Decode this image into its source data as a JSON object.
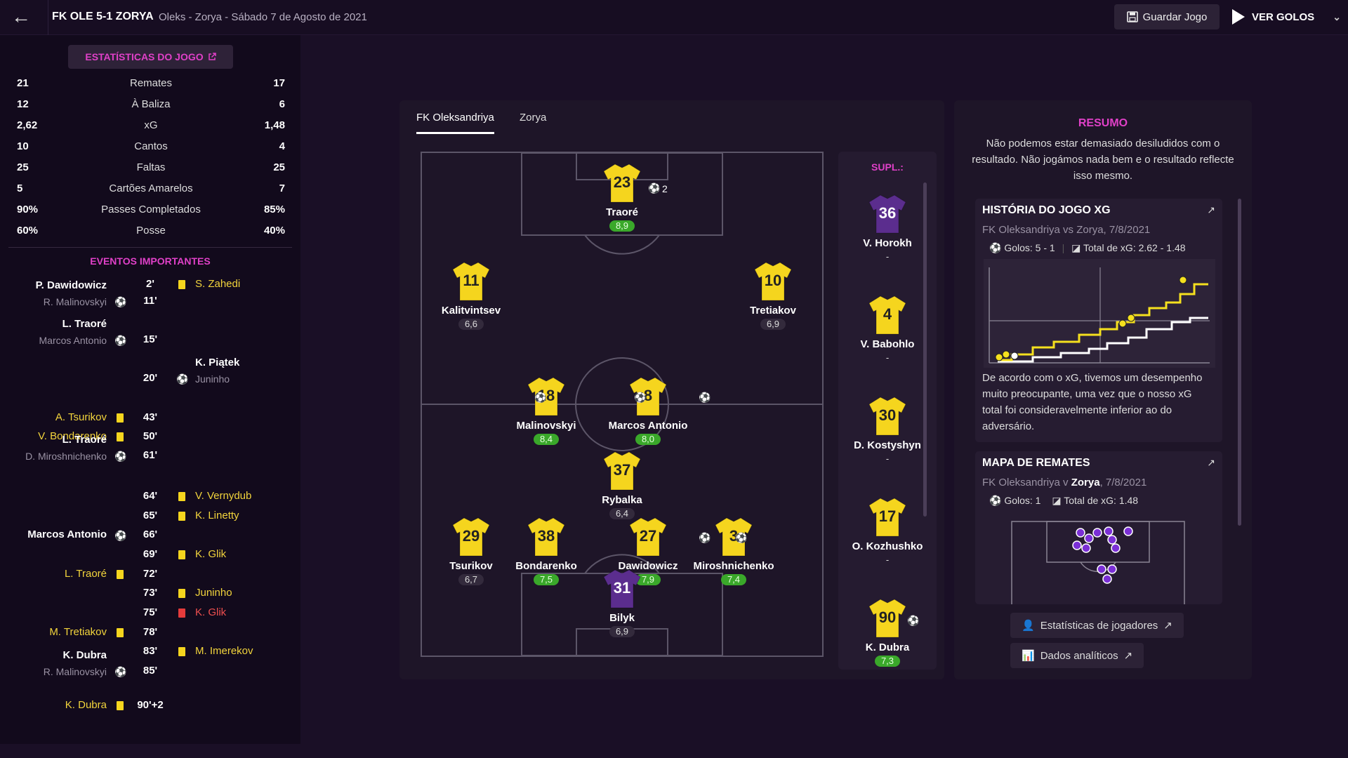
{
  "header": {
    "score": "FK OLE 5-1 ZORYA",
    "match_info": "Oleks - Zorya - Sábado 7 de Agosto de 2021",
    "save_label": "Guardar Jogo",
    "goals_label": "VER GOLOS"
  },
  "stats": {
    "title": "ESTATÍSTICAS DO JOGO",
    "rows": [
      {
        "home": "21",
        "label": "Remates",
        "away": "17"
      },
      {
        "home": "12",
        "label": "À Baliza",
        "away": "6"
      },
      {
        "home": "2,62",
        "label": "xG",
        "away": "1,48"
      },
      {
        "home": "10",
        "label": "Cantos",
        "away": "4"
      },
      {
        "home": "25",
        "label": "Faltas",
        "away": "25"
      },
      {
        "home": "5",
        "label": "Cartões Amarelos",
        "away": "7"
      },
      {
        "home": "90%",
        "label": "Passes Completados",
        "away": "85%"
      },
      {
        "home": "60%",
        "label": "Posse",
        "away": "40%"
      }
    ]
  },
  "events": {
    "title": "EVENTOS IMPORTANTES",
    "items": [
      {
        "time": "2'",
        "side": "away",
        "type": "yellow",
        "main": "S. Zahedi",
        "sub": ""
      },
      {
        "time": "11'",
        "side": "home",
        "type": "goal",
        "main": "P. Dawidowicz",
        "sub": "R. Malinovskyi"
      },
      {
        "time": "15'",
        "side": "home",
        "type": "goal",
        "main": "L. Traoré",
        "sub": "Marcos Antonio"
      },
      {
        "time": "20'",
        "side": "away",
        "type": "goal",
        "main": "K. Piątek",
        "sub": "Juninho"
      },
      {
        "time": "43'",
        "side": "home",
        "type": "yellow",
        "main": "A. Tsurikov",
        "sub": ""
      },
      {
        "time": "50'",
        "side": "home",
        "type": "yellow",
        "main": "V. Bondarenko",
        "sub": ""
      },
      {
        "time": "61'",
        "side": "home",
        "type": "goal",
        "main": "L. Traoré",
        "sub": "D. Miroshnichenko"
      },
      {
        "time": "64'",
        "side": "away",
        "type": "yellow",
        "main": "V. Vernydub",
        "sub": ""
      },
      {
        "time": "65'",
        "side": "away",
        "type": "yellow",
        "main": "K. Linetty",
        "sub": ""
      },
      {
        "time": "66'",
        "side": "home",
        "type": "goal",
        "main": "Marcos Antonio",
        "sub": ""
      },
      {
        "time": "69'",
        "side": "away",
        "type": "yellow",
        "main": "K. Glik",
        "sub": ""
      },
      {
        "time": "72'",
        "side": "home",
        "type": "yellow",
        "main": "L. Traoré",
        "sub": ""
      },
      {
        "time": "73'",
        "side": "away",
        "type": "yellow",
        "main": "Juninho",
        "sub": ""
      },
      {
        "time": "75'",
        "side": "away",
        "type": "red",
        "main": "K. Glik",
        "sub": ""
      },
      {
        "time": "78'",
        "side": "home",
        "type": "yellow",
        "main": "M. Tretiakov",
        "sub": ""
      },
      {
        "time": "83'",
        "side": "away",
        "type": "yellow",
        "main": "M. Imerekov",
        "sub": ""
      },
      {
        "time": "85'",
        "side": "home",
        "type": "goal",
        "main": "K. Dubra",
        "sub": "R. Malinovskyi"
      },
      {
        "time": "90'+2",
        "side": "home",
        "type": "yellow",
        "main": "K. Dubra",
        "sub": ""
      }
    ]
  },
  "lineup": {
    "tabs": [
      "FK Oleksandriya",
      "Zorya"
    ],
    "players": [
      {
        "num": "23",
        "name": "Traoré",
        "rating": "8,9",
        "hi": true,
        "gk": false,
        "goals": "2"
      },
      {
        "num": "11",
        "name": "Kalitvintsev",
        "rating": "6,6",
        "hi": false,
        "gk": false,
        "goals": ""
      },
      {
        "num": "10",
        "name": "Tretiakov",
        "rating": "6,9",
        "hi": false,
        "gk": false,
        "goals": ""
      },
      {
        "num": "18",
        "name": "Malinovskyi",
        "rating": "8,4",
        "hi": true,
        "gk": false,
        "goals": ""
      },
      {
        "num": "8",
        "name": "Marcos Antonio",
        "rating": "8,0",
        "hi": true,
        "gk": false,
        "goals": ""
      },
      {
        "num": "37",
        "name": "Rybalka",
        "rating": "6,4",
        "hi": false,
        "gk": false,
        "goals": ""
      },
      {
        "num": "29",
        "name": "Tsurikov",
        "rating": "6,7",
        "hi": false,
        "gk": false,
        "goals": ""
      },
      {
        "num": "38",
        "name": "Bondarenko",
        "rating": "7,5",
        "hi": true,
        "gk": false,
        "goals": ""
      },
      {
        "num": "27",
        "name": "Dawidowicz",
        "rating": "7,9",
        "hi": true,
        "gk": false,
        "goals": ""
      },
      {
        "num": "3",
        "name": "Miroshnichenko",
        "rating": "7,4",
        "hi": true,
        "gk": false,
        "goals": ""
      },
      {
        "num": "31",
        "name": "Bilyk",
        "rating": "6,9",
        "hi": false,
        "gk": true,
        "goals": ""
      }
    ],
    "subs_title": "SUPL.:",
    "subs": [
      {
        "num": "36",
        "name": "V. Horokh",
        "rating": "-",
        "gk": true
      },
      {
        "num": "4",
        "name": "V. Babohlo",
        "rating": "-",
        "gk": false
      },
      {
        "num": "30",
        "name": "D. Kostyshyn",
        "rating": "-",
        "gk": false
      },
      {
        "num": "17",
        "name": "O. Kozhushko",
        "rating": "-",
        "gk": false
      },
      {
        "num": "90",
        "name": "K. Dubra",
        "rating": "7,3",
        "gk": false
      }
    ]
  },
  "summary": {
    "title": "RESUMO",
    "text": "Não podemos estar demasiado desiludidos com o resultado. Não jogámos nada bem e o resultado reflecte isso mesmo.",
    "xg_card": {
      "title": "HISTÓRIA DO JOGO XG",
      "sub": "FK Oleksandriya vs Zorya, 7/8/2021",
      "goals": "Golos: 5 - 1",
      "xg": "Total de xG: 2.62 - 1.48",
      "text": "De acordo com o xG, tivemos um desempenho muito preocupante, uma vez que o nosso xG total foi consideravelmente inferior ao do adversário."
    },
    "shots_card": {
      "title": "MAPA DE REMATES",
      "sub_pre": "FK Oleksandriya v ",
      "sub_team": "Zorya",
      "sub_post": ", 7/8/2021",
      "goals": "Golos: 1",
      "xg": "Total de xG: 1.48"
    },
    "btn_players": "Estatísticas de jogadores",
    "btn_analytics": "Dados analíticos"
  },
  "colors": {
    "accent": "#e040c8",
    "home_shirt": "#f5d51e",
    "gk_shirt": "#5b2d8e",
    "rating_good": "#3aa82a",
    "away_xg": "#ffffff",
    "home_xg": "#f5e01e"
  }
}
